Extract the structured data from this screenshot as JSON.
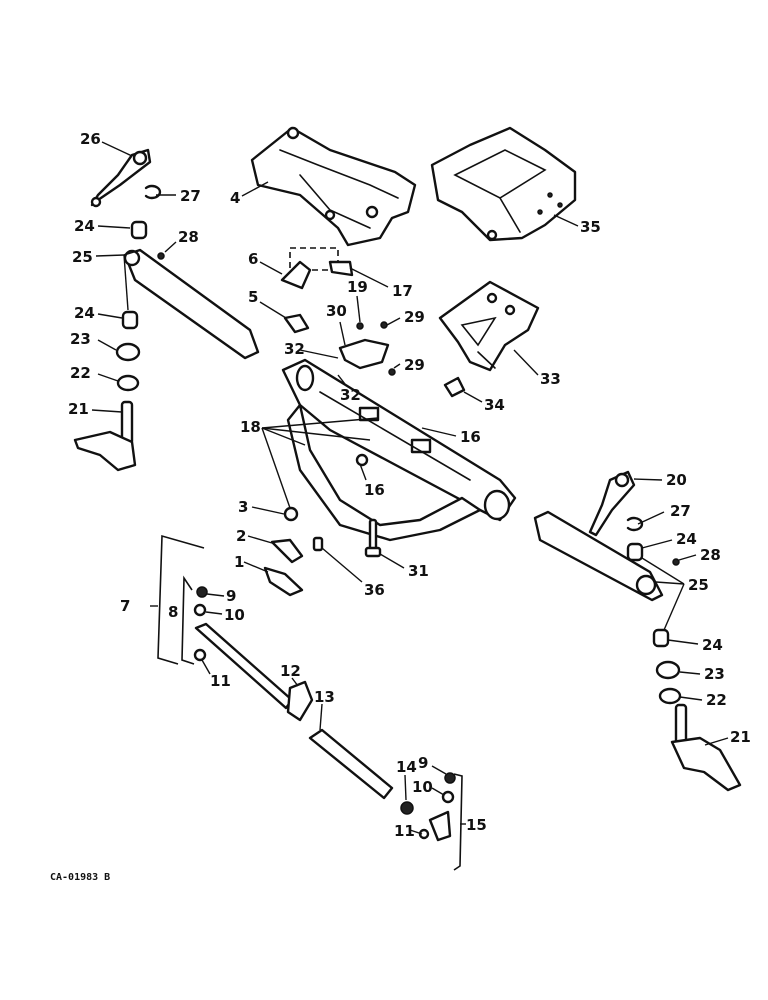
{
  "reference_code": "CA-01983 B",
  "callouts": {
    "c1": "1",
    "c2": "2",
    "c3": "3",
    "c4": "4",
    "c5": "5",
    "c6": "6",
    "c7": "7",
    "c8": "8",
    "c9a": "9",
    "c9b": "9",
    "c10a": "10",
    "c10b": "10",
    "c11a": "11",
    "c11b": "11",
    "c12": "12",
    "c13": "13",
    "c14": "14",
    "c15": "15",
    "c16a": "16",
    "c16b": "16",
    "c17": "17",
    "c18": "18",
    "c19": "19",
    "c20": "20",
    "c21a": "21",
    "c21b": "21",
    "c22a": "22",
    "c22b": "22",
    "c23a": "23",
    "c23b": "23",
    "c24a": "24",
    "c24b": "24",
    "c24c": "24",
    "c24d": "24",
    "c25a": "25",
    "c25b": "25",
    "c26": "26",
    "c27a": "27",
    "c27b": "27",
    "c28a": "28",
    "c28b": "28",
    "c29a": "29",
    "c29b": "29",
    "c30": "30",
    "c31": "31",
    "c32a": "32",
    "c32b": "32",
    "c33": "33",
    "c34": "34",
    "c35": "35",
    "c36": "36"
  }
}
